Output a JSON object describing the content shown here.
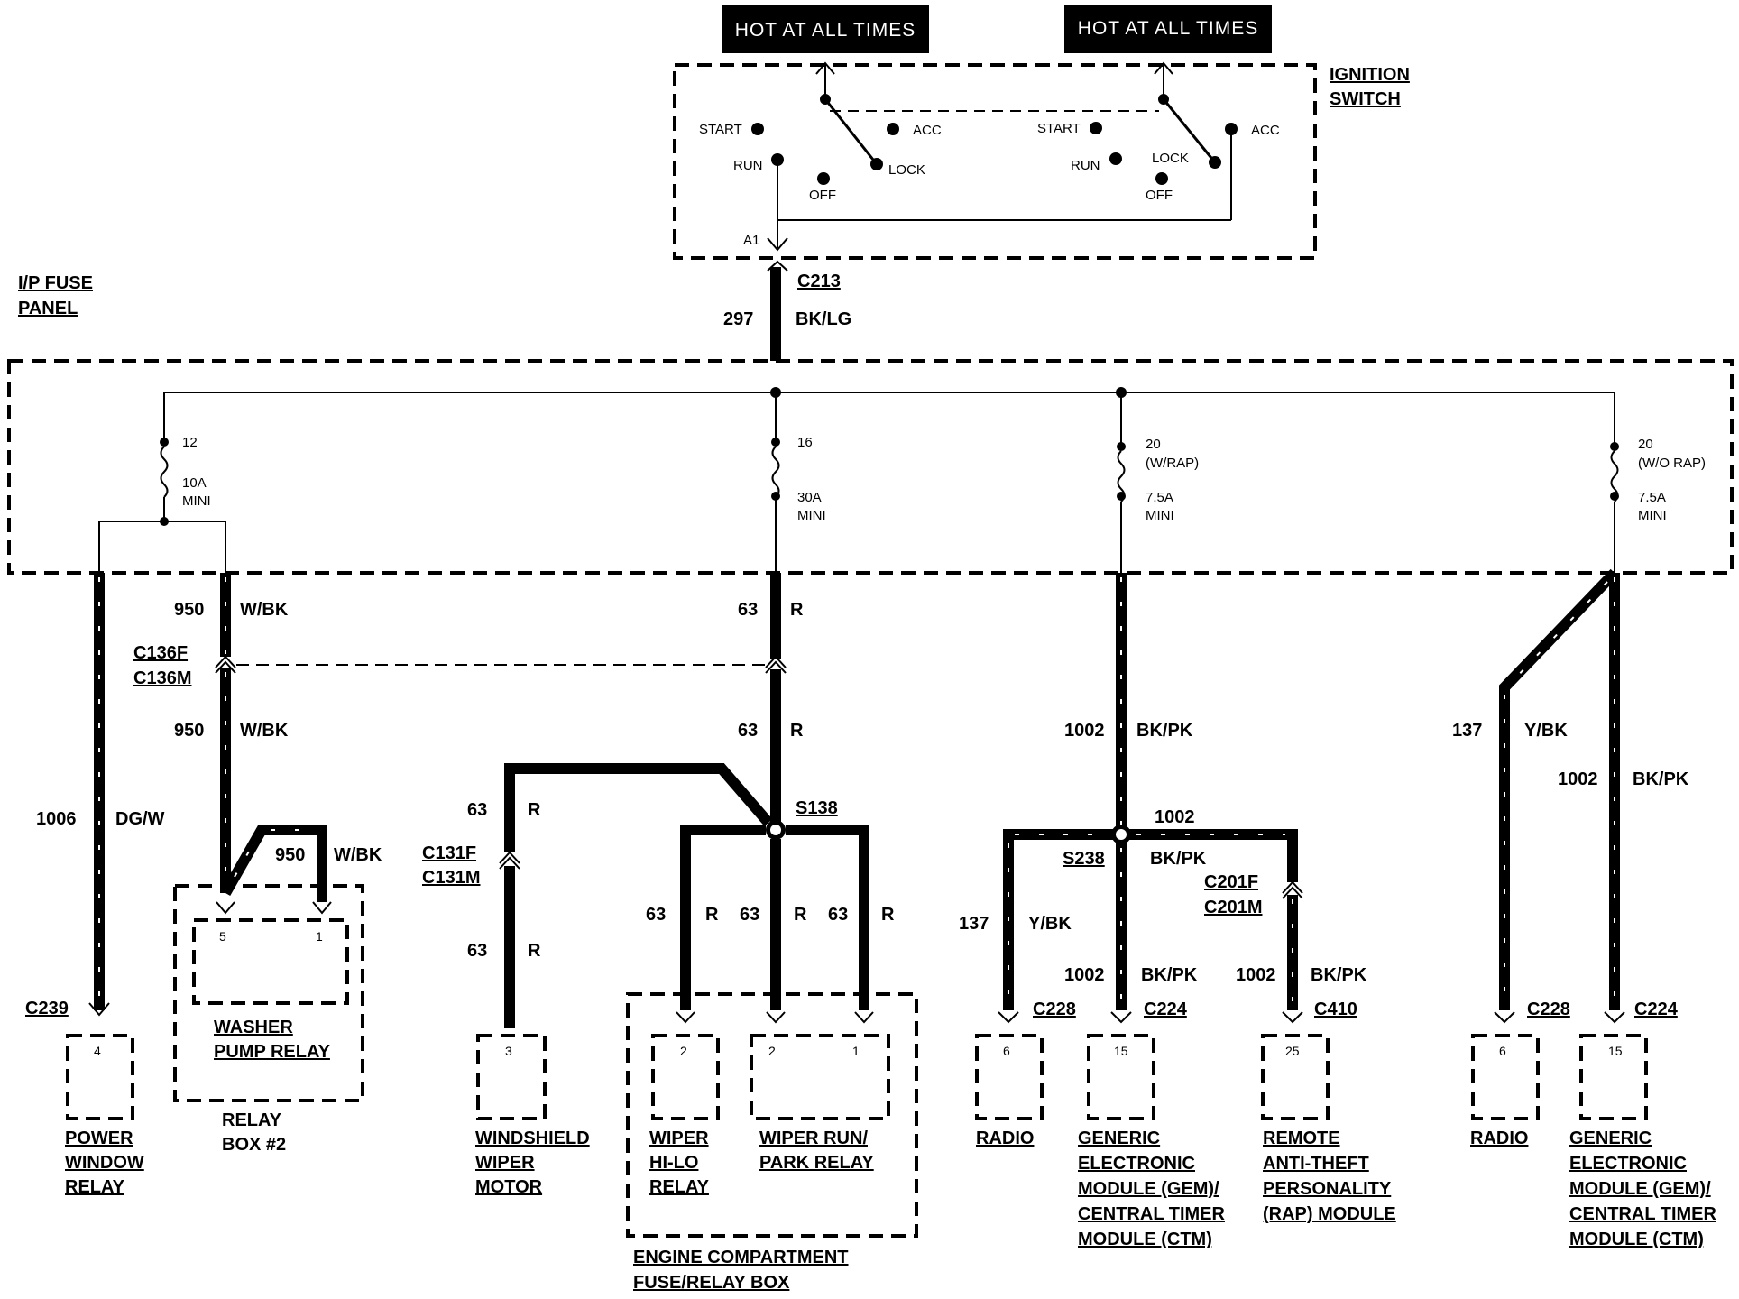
{
  "hot_labels": [
    "HOT AT ALL TIMES",
    "HOT AT ALL TIMES"
  ],
  "ignition_switch": {
    "title": [
      "IGNITION",
      "SWITCH"
    ],
    "positions_left": {
      "start": "START",
      "acc": "ACC",
      "run": "RUN",
      "lock": "LOCK",
      "off": "OFF"
    },
    "positions_right": {
      "start": "START",
      "acc": "ACC",
      "run": "RUN",
      "lock": "LOCK",
      "off": "OFF"
    },
    "pin": "A1"
  },
  "fuse_panel": {
    "title": [
      "I/P FUSE",
      "PANEL"
    ],
    "feed_connector": "C213",
    "feed_circuit": "297",
    "feed_color": "BK/LG",
    "fuses": [
      {
        "number": "12",
        "rating": "10A",
        "type": "MINI"
      },
      {
        "number": "16",
        "rating": "30A",
        "type": "MINI"
      },
      {
        "number": "20",
        "note": "(W/RAP)",
        "rating": "7.5A",
        "type": "MINI"
      },
      {
        "number": "20",
        "note": "(W/O RAP)",
        "rating": "7.5A",
        "type": "MINI"
      }
    ]
  },
  "circuits": {
    "c1006": {
      "num": "1006",
      "color": "DG/W"
    },
    "c950_top": {
      "num": "950",
      "color": "W/BK"
    },
    "c950_mid": {
      "num": "950",
      "color": "W/BK"
    },
    "c950_relay": {
      "num": "950",
      "color": "W/BK"
    },
    "c63_top": {
      "num": "63",
      "color": "R"
    },
    "c63_mid": {
      "num": "63",
      "color": "R"
    },
    "c63_wiper_top": {
      "num": "63",
      "color": "R"
    },
    "c63_wiper_bot": {
      "num": "63",
      "color": "R"
    },
    "c63_a": {
      "num": "63",
      "color": "R"
    },
    "c63_b": {
      "num": "63",
      "color": "R"
    },
    "c63_c": {
      "num": "63",
      "color": "R"
    },
    "c1002_top": {
      "num": "1002",
      "color": "BK/PK"
    },
    "c1002_splice": {
      "num": "1002"
    },
    "c1002_splice_color": "BK/PK",
    "c137_mid": {
      "num": "137",
      "color": "Y/BK"
    },
    "c1002_gem": {
      "num": "1002",
      "color": "BK/PK"
    },
    "c1002_rap": {
      "num": "1002",
      "color": "BK/PK"
    },
    "c137_right": {
      "num": "137",
      "color": "Y/BK"
    },
    "c1002_right": {
      "num": "1002",
      "color": "BK/PK"
    }
  },
  "connectors": {
    "c136": [
      "C136F",
      "C136M"
    ],
    "c131": [
      "C131F",
      "C131M"
    ],
    "c201": [
      "C201F",
      "C201M"
    ],
    "s138": "S138",
    "s238": "S238",
    "c239": "C239",
    "c228_a": "C228",
    "c224_a": "C224",
    "c410": "C410",
    "c228_b": "C228",
    "c224_b": "C224"
  },
  "components": {
    "power_window_relay": {
      "pin": "4",
      "label": [
        "POWER",
        "WINDOW",
        "RELAY"
      ]
    },
    "washer_pump_relay": {
      "pins": [
        "5",
        "1"
      ],
      "label": [
        "WASHER",
        "PUMP RELAY"
      ]
    },
    "relay_box": [
      "RELAY",
      "BOX #2"
    ],
    "wiper_motor": {
      "pin": "3",
      "label": [
        "WINDSHIELD",
        "WIPER",
        "MOTOR"
      ]
    },
    "wiper_hilo_relay": {
      "pin": "2",
      "label": [
        "WIPER",
        "HI-LO",
        "RELAY"
      ]
    },
    "wiper_run_park_relay": {
      "pins": [
        "2",
        "1"
      ],
      "label": [
        "WIPER RUN/",
        "PARK RELAY"
      ]
    },
    "engine_box": [
      "ENGINE COMPARTMENT",
      "FUSE/RELAY BOX"
    ],
    "radio_a": {
      "pin": "6",
      "label": "RADIO"
    },
    "gem_a": {
      "pin": "15",
      "label": [
        "GENERIC",
        "ELECTRONIC",
        "MODULE (GEM)/",
        "CENTRAL TIMER",
        "MODULE (CTM)"
      ]
    },
    "rap": {
      "pin": "25",
      "label": [
        "REMOTE",
        "ANTI-THEFT",
        "PERSONALITY",
        "(RAP) MODULE"
      ]
    },
    "radio_b": {
      "pin": "6",
      "label": "RADIO"
    },
    "gem_b": {
      "pin": "15",
      "label": [
        "GENERIC",
        "ELECTRONIC",
        "MODULE (GEM)/",
        "CENTRAL TIMER",
        "MODULE (CTM)"
      ]
    }
  }
}
